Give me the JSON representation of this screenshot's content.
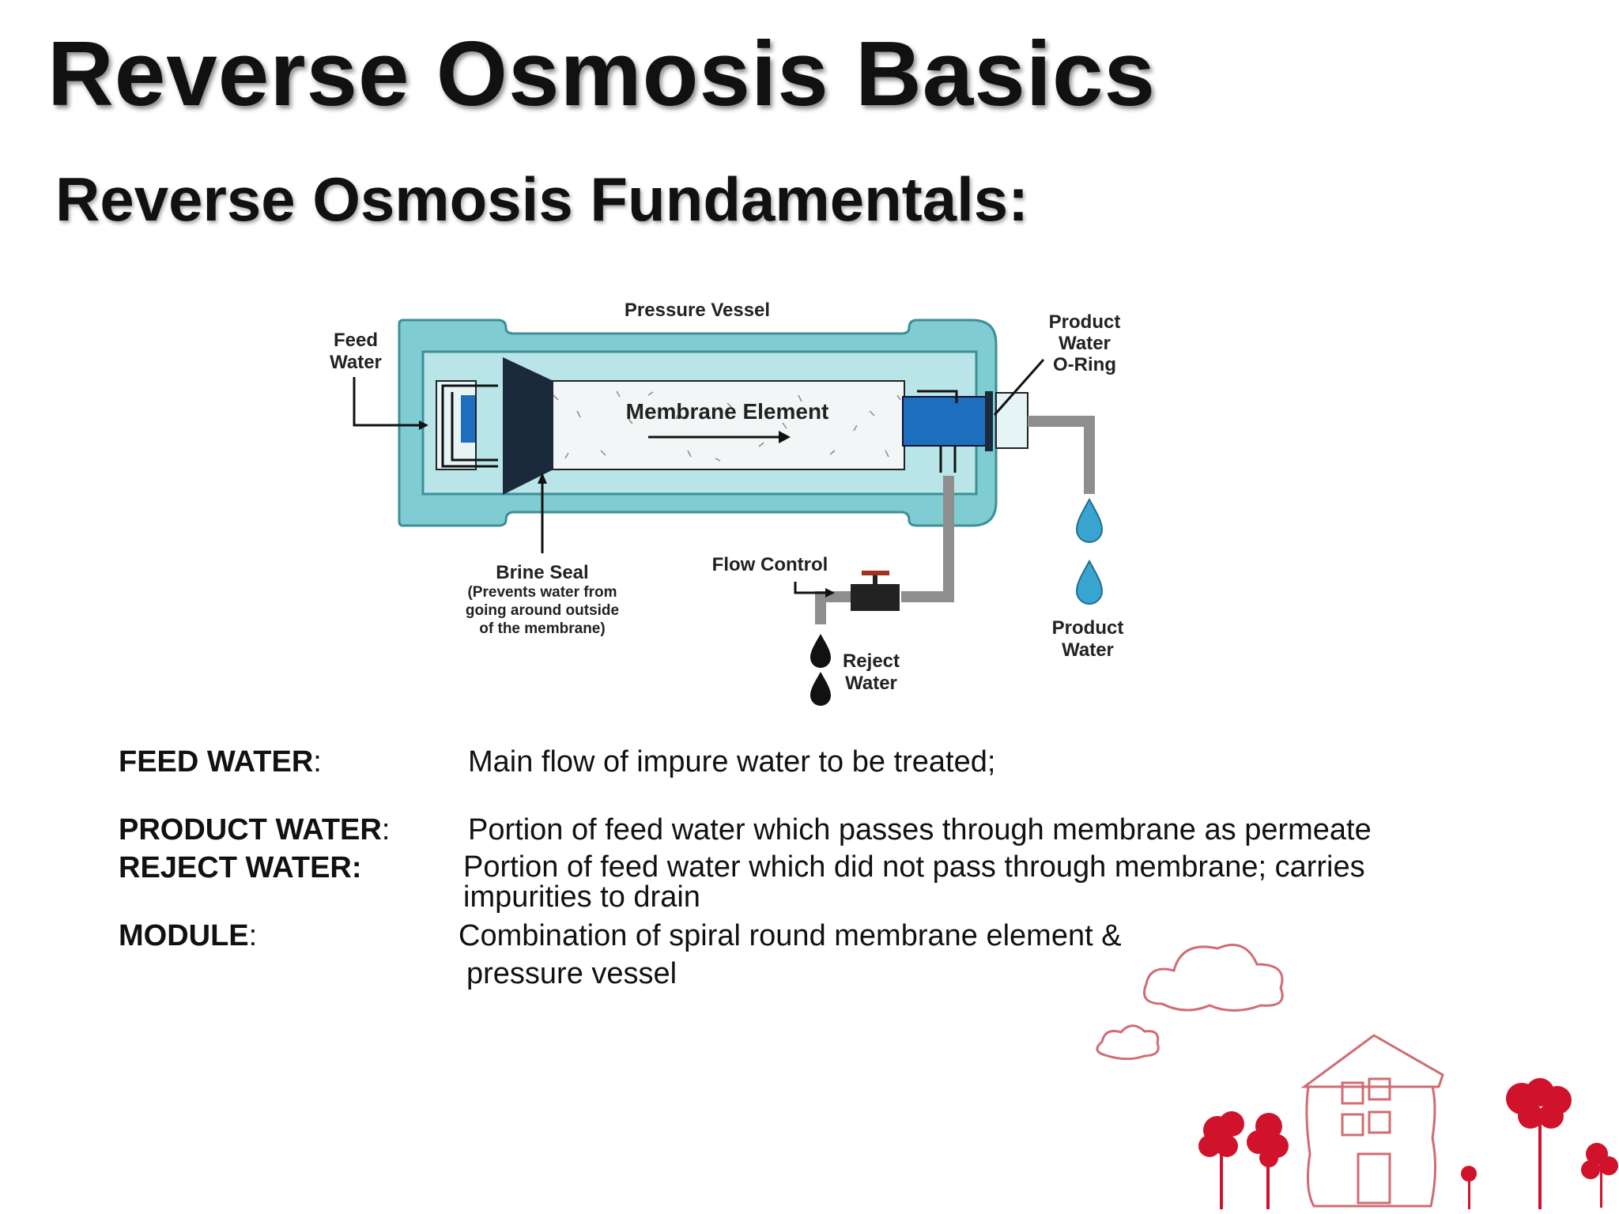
{
  "slide": {
    "title": "Reverse Osmosis Basics",
    "subtitle": "Reverse Osmosis Fundamentals:"
  },
  "diagram": {
    "labels": {
      "pressure_vessel": "Pressure Vessel",
      "feed_water_1": "Feed",
      "feed_water_2": "Water",
      "product_oring_1": "Product",
      "product_oring_2": "Water",
      "product_oring_3": "O-Ring",
      "membrane_element": "Membrane Element",
      "brine_seal": "Brine Seal",
      "brine_note_1": "(Prevents water from",
      "brine_note_2": "going around outside",
      "brine_note_3": "of the membrane)",
      "flow_control": "Flow Control",
      "reject_water_1": "Reject",
      "reject_water_2": "Water",
      "product_water_1": "Product",
      "product_water_2": "Water"
    },
    "colors": {
      "vessel_outer": "#7fcdd3",
      "vessel_inner": "#b9e5e8",
      "membrane": "#f3f6f6",
      "seal": "#1b2a3a",
      "product_tube": "#1e6ebf",
      "pipe": "#8e8e8e",
      "water_drop": "#3aa4d0",
      "reject_drop": "#111111"
    }
  },
  "definitions": [
    {
      "term": "FEED WATER",
      "suffix": ":",
      "text": "Main flow of impure water to be treated;"
    },
    {
      "term": "PRODUCT WATER",
      "suffix": ":",
      "text": "Portion of feed water which passes through membrane as permeate"
    },
    {
      "term": "REJECT WATER:",
      "suffix": "",
      "text": "Portion of feed water which did not pass through membrane; carries impurities to drain"
    },
    {
      "term": "MODULE",
      "suffix": ":",
      "text_line1": "Combination of spiral round membrane element &",
      "text_line2": "pressure vessel"
    }
  ],
  "decoration": {
    "accent_color": "#d0122b",
    "sketch_color": "#d06c72"
  }
}
